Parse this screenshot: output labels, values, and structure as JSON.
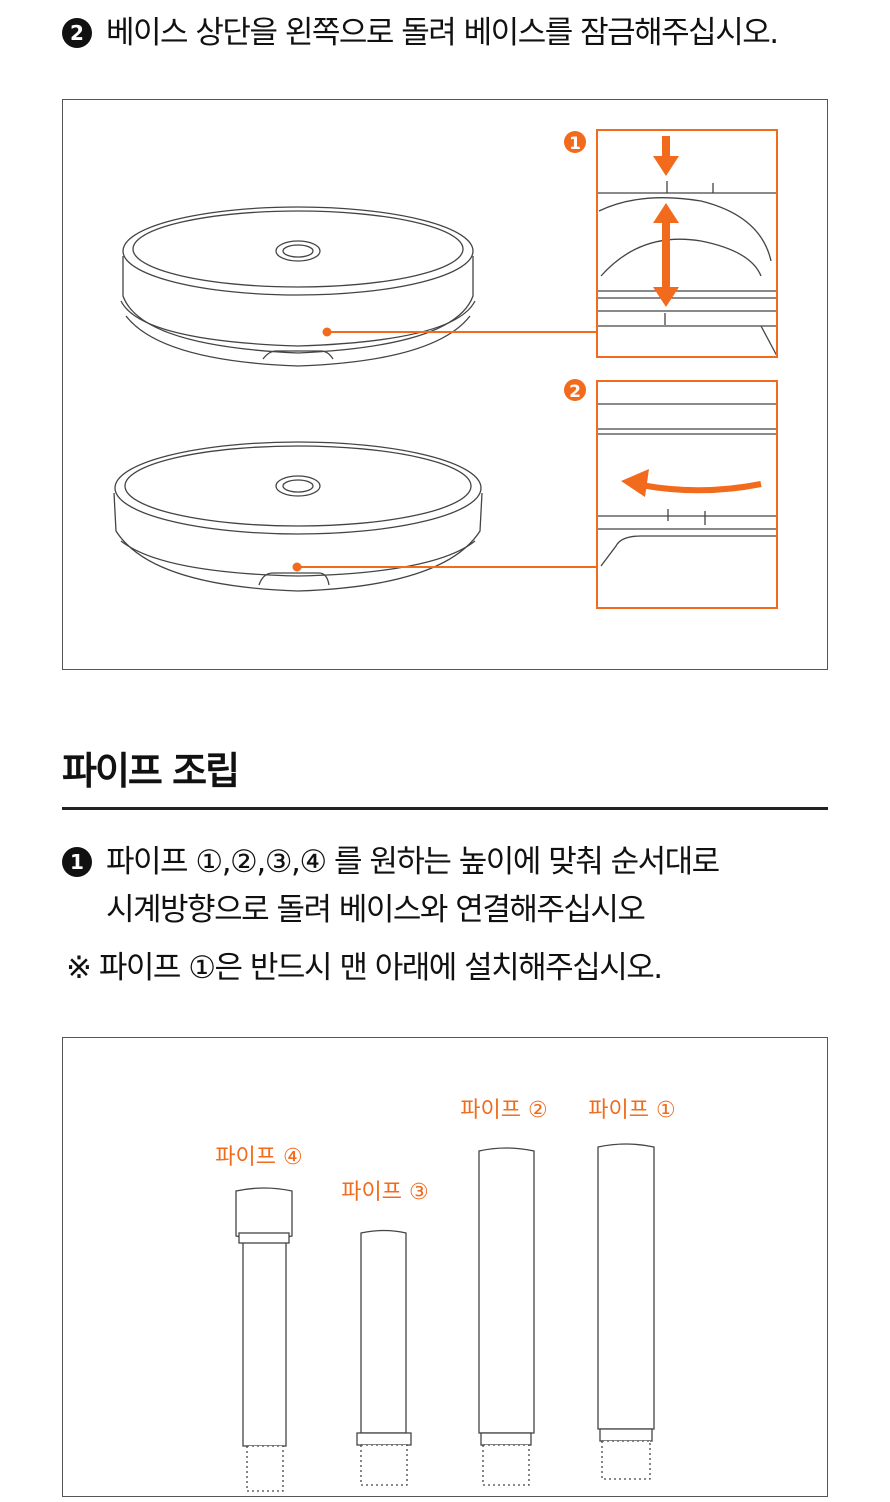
{
  "step2": {
    "badge": "2",
    "text": "베이스 상단을 왼쪽으로 돌려 베이스를 잠금해주십시오."
  },
  "figure1": {
    "inset1_badge": "1",
    "inset2_badge": "2"
  },
  "section": {
    "title": "파이프 조립"
  },
  "step1": {
    "badge": "1",
    "line1": "파이프 ①,②,③,④ 를 원하는 높이에 맞춰 순서대로",
    "line2": "시계방향으로 돌려 베이스와 연결해주십시오",
    "note": "※ 파이프 ①은 반드시 맨 아래에 설치해주십시오."
  },
  "figure2": {
    "pipe4": "파이프 ④",
    "pipe3": "파이프 ③",
    "pipe2": "파이프 ②",
    "pipe1": "파이프 ①"
  },
  "colors": {
    "accent": "#f26b1d",
    "line": "#444444"
  }
}
